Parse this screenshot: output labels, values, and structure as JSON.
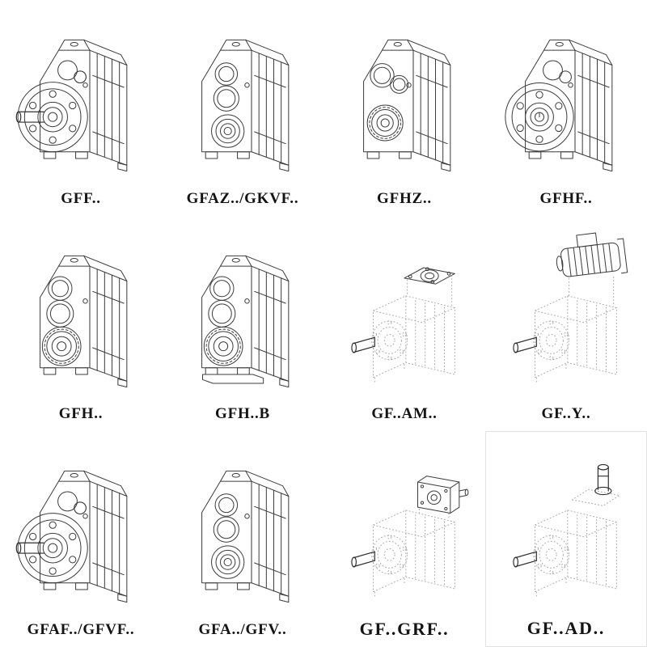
{
  "page": {
    "background": "#ffffff",
    "line_color": "#3c3c3c",
    "dashed_line_color": "#a3a3a3",
    "label_color": "#141414"
  },
  "cells": [
    {
      "label": "GFF..",
      "drawing": "gearbox-output-flange-solid-shaft"
    },
    {
      "label": "GFAZ../GKVF..",
      "drawing": "gearbox-hollow-shaft-front-bores"
    },
    {
      "label": "GFHZ..",
      "drawing": "gearbox-hollow-shaft-shrink-disc"
    },
    {
      "label": "GFHF..",
      "drawing": "gearbox-flange-hollow-shaft"
    },
    {
      "label": "GFH..",
      "drawing": "gearbox-shaft-mounted"
    },
    {
      "label": "GFH..B",
      "drawing": "gearbox-shaft-mounted-base"
    },
    {
      "label": "GF..AM..",
      "drawing": "gearbox-iec-adapter-dashed"
    },
    {
      "label": "GF..Y..",
      "drawing": "gearbox-with-motor-dashed"
    },
    {
      "label": "GFAF../GFVF..",
      "drawing": "gearbox-output-flange-solid-shaft"
    },
    {
      "label": "GFA../GFV..",
      "drawing": "gearbox-hollow-shaft-front-bores"
    },
    {
      "label": "GF..GRF..",
      "drawing": "gearbox-gear-adapter-dashed"
    },
    {
      "label": "GF..AD..",
      "drawing": "gearbox-input-shaft-adapter-dashed"
    }
  ]
}
